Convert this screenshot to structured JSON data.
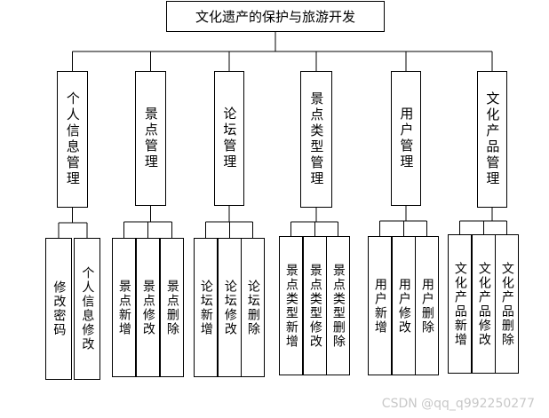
{
  "root": "文化遗产的保护与旅游开发",
  "modules": [
    {
      "name": "个人信息管理",
      "children": [
        "修改密码",
        "个人信息修改"
      ]
    },
    {
      "name": "景点管理",
      "children": [
        "景点新增",
        "景点修改",
        "景点删除"
      ]
    },
    {
      "name": "论坛管理",
      "children": [
        "论坛新增",
        "论坛修改",
        "论坛删除"
      ]
    },
    {
      "name": "景点类型管理",
      "children": [
        "景点类型新增",
        "景点类型修改",
        "景点类型删除"
      ]
    },
    {
      "name": "用户管理",
      "children": [
        "用户新增",
        "用户修改",
        "用户删除"
      ]
    },
    {
      "name": "文化产品管理",
      "children": [
        "文化产品新增",
        "文化产品修改",
        "文化产品删除"
      ]
    }
  ],
  "watermark": "CSDN @qq_q992250277"
}
